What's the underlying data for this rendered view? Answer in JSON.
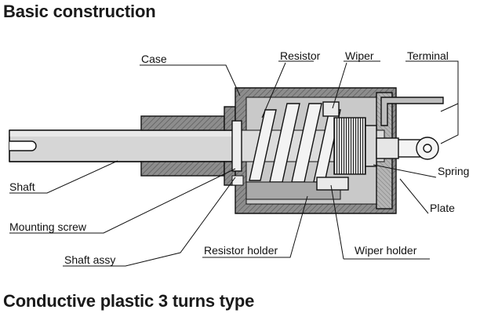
{
  "headings": {
    "top": "Basic construction",
    "bottom": "Conductive plastic 3 turns type"
  },
  "labels": {
    "case": "Case",
    "resistor": "Resistor",
    "wiper": "Wiper",
    "terminal": "Terminal",
    "shaft": "Shaft",
    "spring": "Spring",
    "plate": "Plate",
    "mounting_screw": "Mounting screw",
    "shaft_assy": "Shaft assy",
    "resistor_holder": "Resistor holder",
    "wiper_holder": "Wiper holder"
  },
  "colors": {
    "case_fill": "#8a8a8a",
    "inner_fill": "#c8c8c8",
    "shaft_fill": "#d4d4d4",
    "resistor_fill": "#f2f2f2",
    "outline": "#111111"
  }
}
